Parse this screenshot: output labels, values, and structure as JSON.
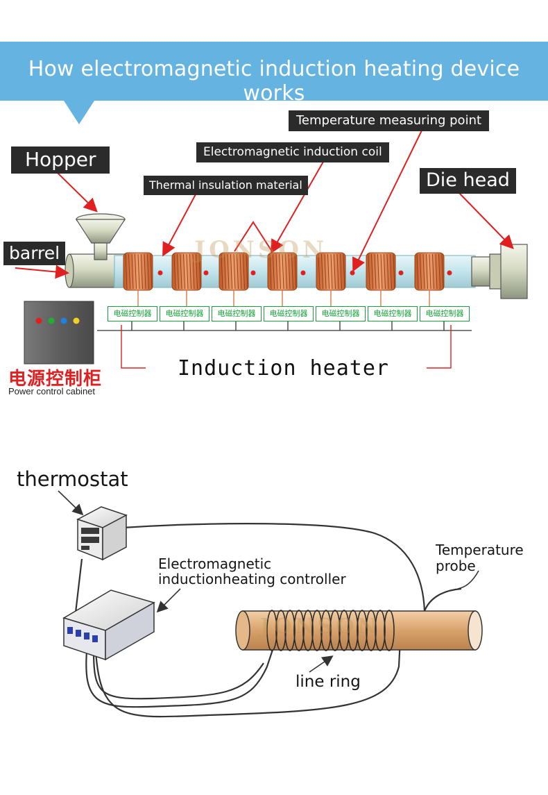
{
  "title": "How electromagnetic induction heating device works",
  "labels": {
    "hopper": "Hopper",
    "barrel": "barrel",
    "die_head": "Die head",
    "temp_point": "Temperature measuring point",
    "coil": "Electromagnetic induction coil",
    "thermal": "Thermal insulation material",
    "cabinet_cn": "电源控制柜",
    "cabinet_en": "Power control cabinet",
    "induction_heater": "Induction heater"
  },
  "controllers": [
    "电磁控制器",
    "电磁控制器",
    "电磁控制器",
    "电磁控制器",
    "电磁控制器",
    "电磁控制器",
    "电磁控制器"
  ],
  "watermark": "JONSON",
  "bottom": {
    "thermostat": "thermostat",
    "controller_line1": "Electromagnetic",
    "controller_line2": "inductionheating controller",
    "probe_line1": "Temperature",
    "probe_line2": "probe",
    "line_ring": "line ring"
  },
  "colors": {
    "banner": "#65b3e0",
    "label_bg": "#2b2b2b",
    "controller_green": "#16a23a",
    "coil_copper": "#d97a45",
    "arrow_red": "#e02020",
    "indicators": [
      "#e02020",
      "#20b030",
      "#2080e0",
      "#f0d020"
    ]
  }
}
